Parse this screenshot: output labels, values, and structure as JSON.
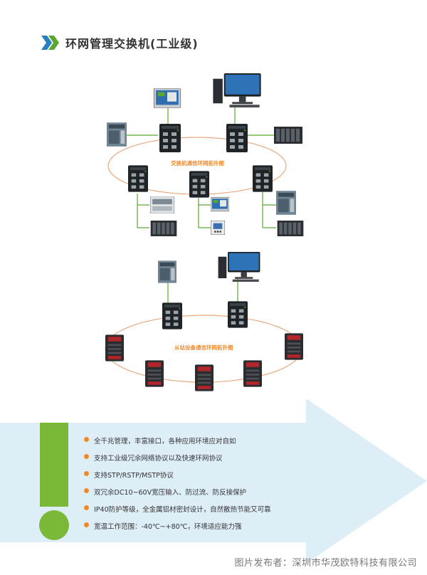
{
  "header": {
    "title": "环网管理交换机(工业级)",
    "accent_color": "#5aa832",
    "icon": "double-chevron-right-icon"
  },
  "diagram_top": {
    "ring_label": "交换机通信环网拓扑图",
    "ring_color": "#e8a87c",
    "link_color": "#5aa832",
    "devices": [
      "hmi-panel-icon",
      "desktop-pc-icon",
      "plc-icon",
      "industrial-switch-icon",
      "io-module-icon",
      "power-meter-icon"
    ]
  },
  "diagram_bottom": {
    "ring_label": "从站设备通信环网拓扑图",
    "ring_color": "#e8a87c",
    "devices": [
      "plc-icon",
      "desktop-pc-icon",
      "industrial-switch-icon",
      "slave-device-icon"
    ]
  },
  "features": {
    "bullet_color": "#f08a2a",
    "items": [
      "全千兆管理，丰富接口，各种应用环境应对自如",
      "支持工业级冗余网络协议以及快速环网协议",
      "支持STP/RSTP/MSTP协议",
      "双冗余DC10~60V宽压输入、防过流、防反接保护",
      "IP40防护等级，全金属铝材密封设计，自然散热节能又可靠",
      "宽温工作范围：-40℃~+80℃，环境适应能力强"
    ]
  },
  "footer": {
    "credit": "图片发布者：深圳市华茂欧特科技有限公司"
  }
}
